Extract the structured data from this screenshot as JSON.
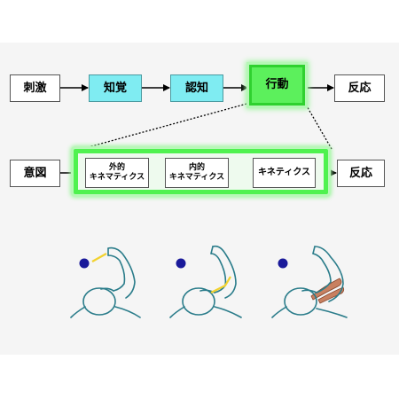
{
  "row1": {
    "stimulus": "刺激",
    "perception": "知覚",
    "cognition": "認知",
    "action": "行動",
    "response": "反応"
  },
  "row2": {
    "intention": "意図",
    "external_kinematics": [
      "外的",
      "キネマティクス"
    ],
    "internal_kinematics": [
      "内的",
      "キネマティクス"
    ],
    "kinetics": "キネティクス",
    "response": "反応"
  },
  "colors": {
    "perception_fill": "#7fecf2",
    "action_fill": "#5cf05c",
    "action_glow": "#4ff24f",
    "figure_outline": "#2a7c8a",
    "target_dot": "#1a1a9a",
    "external_highlight": "#f2d22e",
    "muscle_highlight": "#c88060"
  },
  "figures": [
    {
      "icon": "external-kinematics-arm-figure-icon",
      "highlight": "hand-to-target-line"
    },
    {
      "icon": "internal-kinematics-arm-figure-icon",
      "highlight": "joint-angle-lines"
    },
    {
      "icon": "kinetics-arm-figure-icon",
      "highlight": "muscle-bands"
    }
  ]
}
